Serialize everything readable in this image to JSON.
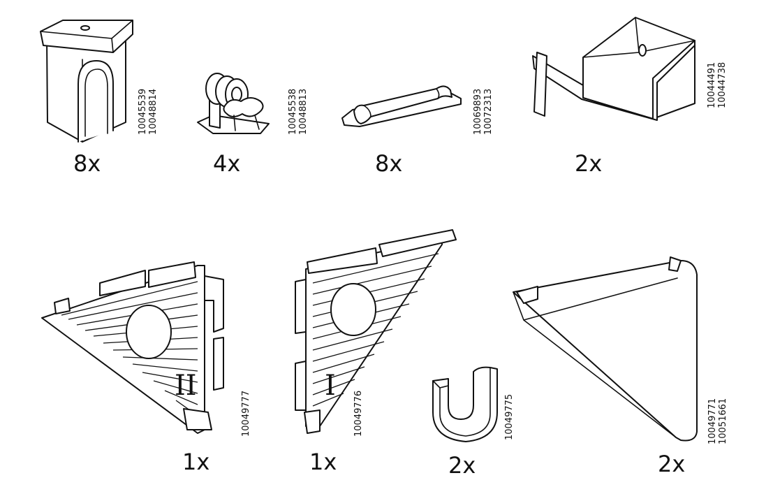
{
  "parts": [
    {
      "id": "square-cap",
      "qty": "8x",
      "codes": [
        "10045539",
        "10048814"
      ]
    },
    {
      "id": "roller-clip",
      "qty": "4x",
      "codes": [
        "10045538",
        "10048813"
      ]
    },
    {
      "id": "rail-clip",
      "qty": "8x",
      "codes": [
        "10069893",
        "10072313"
      ]
    },
    {
      "id": "u-bracket",
      "qty": "2x",
      "codes": [
        "10044491",
        "10044738"
      ]
    },
    {
      "id": "corner-bracket-ii",
      "qty": "1x",
      "codes": [
        "10049777"
      ],
      "mark": "II"
    },
    {
      "id": "corner-bracket-i",
      "qty": "1x",
      "codes": [
        "10049776"
      ],
      "mark": "I"
    },
    {
      "id": "u-hook",
      "qty": "2x",
      "codes": [
        "10049775"
      ]
    },
    {
      "id": "triangle-bracket",
      "qty": "2x",
      "codes": [
        "10049771",
        "10051661"
      ]
    }
  ]
}
